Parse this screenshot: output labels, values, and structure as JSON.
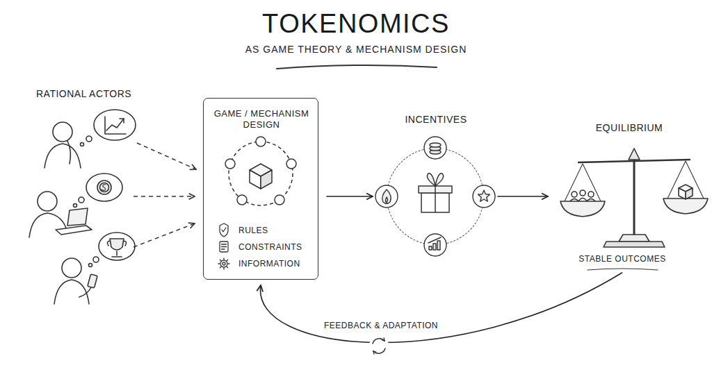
{
  "diagram": {
    "title": "TOKENOMICS",
    "nodes": [
      {
        "text": [
          "GAME / MECHANISM DESIGN",
          "RULES",
          "CONSTRAINTS",
          "INFORMATION"
        ]
      },
      {
        "text": [
          "INCENTIVES"
        ]
      },
      {
        "text": [
          "EQUILIBRIUM",
          "STABLE OUTCOMES"
        ]
      }
    ],
    "edges": [
      {
        "from": 0,
        "to": 1,
        "arrow": "to"
      },
      {
        "from": 1,
        "to": 2,
        "arrow": "to"
      },
      {
        "from": 2,
        "to": 0,
        "arrow": "to",
        "label": "FEEDBACK & ADAPTATION"
      }
    ],
    "labels": [
      "AS GAME THEORY & MECHANISM DESIGN",
      "RATIONAL ACTORS"
    ]
  }
}
